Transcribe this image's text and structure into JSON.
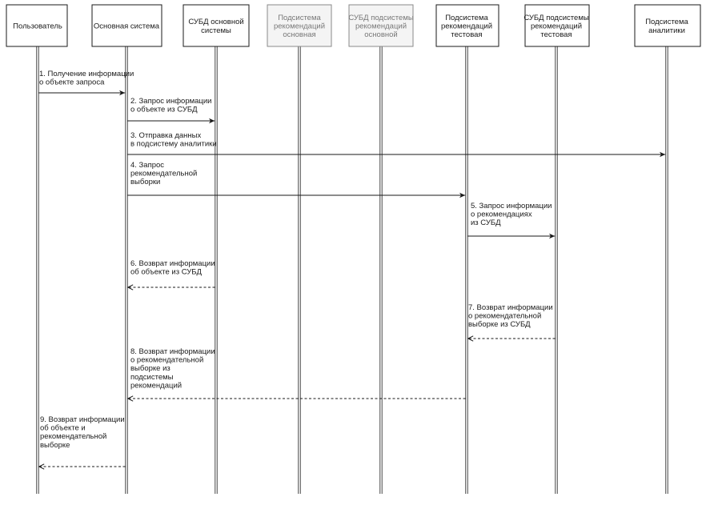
{
  "participants": [
    {
      "lines": [
        "Пользователь"
      ],
      "muted": false
    },
    {
      "lines": [
        "Основная система"
      ],
      "muted": false
    },
    {
      "lines": [
        "СУБД основной",
        "системы"
      ],
      "muted": false
    },
    {
      "lines": [
        "Подсистема",
        "рекомендаций",
        "основная"
      ],
      "muted": true
    },
    {
      "lines": [
        "СУБД подсистемы",
        "рекомендаций",
        "основной"
      ],
      "muted": true
    },
    {
      "lines": [
        "Подсистема",
        "рекомендаций",
        "тестовая"
      ],
      "muted": false
    },
    {
      "lines": [
        "СУБД подсистемы",
        "рекомендаций",
        "тестовая"
      ],
      "muted": false
    },
    {
      "lines": [
        "Подсистема",
        "аналитики"
      ],
      "muted": false
    }
  ],
  "messages": [
    {
      "from": 0,
      "to": 1,
      "dashed": false,
      "label": [
        "1. Получение информации",
        "о объекте запроса"
      ]
    },
    {
      "from": 1,
      "to": 2,
      "dashed": false,
      "label": [
        "2. Запрос информации",
        "о объекте из СУБД"
      ]
    },
    {
      "from": 1,
      "to": 7,
      "dashed": false,
      "label": [
        "3. Отправка данных",
        "в подсистему аналитики"
      ]
    },
    {
      "from": 1,
      "to": 5,
      "dashed": false,
      "label": [
        "4. Запрос",
        "рекомендательной",
        "выборки"
      ]
    },
    {
      "from": 5,
      "to": 6,
      "dashed": false,
      "label": [
        "5. Запрос информации",
        "о рекомендациях",
        "из СУБД"
      ]
    },
    {
      "from": 2,
      "to": 1,
      "dashed": true,
      "label": [
        "6. Возврат информации",
        "об объекте из СУБД"
      ]
    },
    {
      "from": 6,
      "to": 5,
      "dashed": true,
      "label": [
        "7. Возврат информации",
        "о рекомендательной",
        "выборке из СУБД"
      ]
    },
    {
      "from": 5,
      "to": 1,
      "dashed": true,
      "label": [
        "8. Возврат информации",
        "о рекомендательной",
        "выборке из",
        "подсистемы",
        "рекомендаций"
      ]
    },
    {
      "from": 1,
      "to": 0,
      "dashed": true,
      "label": [
        "9. Возврат информации",
        "об объекте и",
        "рекомендательной",
        "выборке"
      ]
    }
  ],
  "colors": {
    "stroke": "#1a1a1a",
    "text": "#1a1a1a",
    "muted_text": "#777777",
    "muted_fill": "#f4f4f4",
    "box_fill": "#ffffff"
  }
}
